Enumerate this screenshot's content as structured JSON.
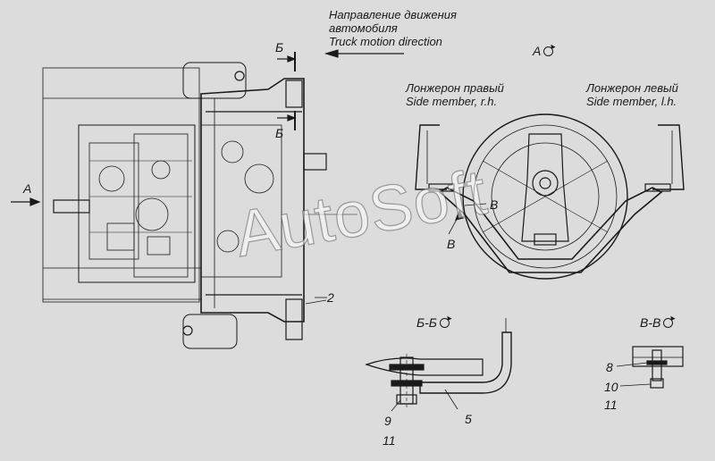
{
  "header": {
    "direction_ru_line1": "Направление движения",
    "direction_ru_line2": "автомобиля",
    "direction_en": "Truck motion direction"
  },
  "labels": {
    "view_a_marker": "A",
    "view_a_title": "A",
    "section_b_top": "Б",
    "section_b_bottom": "Б",
    "side_member_right_ru": "Лонжерон правый",
    "side_member_right_en": "Side member, r.h.",
    "side_member_left_ru": "Лонжерон левый",
    "side_member_left_en": "Side member, l.h.",
    "v_mark_1": "В",
    "v_mark_2": "В",
    "section_bb_title": "Б-Б",
    "section_vv_title": "В-В"
  },
  "parts": {
    "p2": "2",
    "p5": "5",
    "p8": "8",
    "p9": "9",
    "p10": "10",
    "p11_a": "11",
    "p11_b": "11"
  },
  "watermark": "AutoSoft",
  "colors": {
    "background": "#dcdcdc",
    "line": "#1a1a1a"
  }
}
